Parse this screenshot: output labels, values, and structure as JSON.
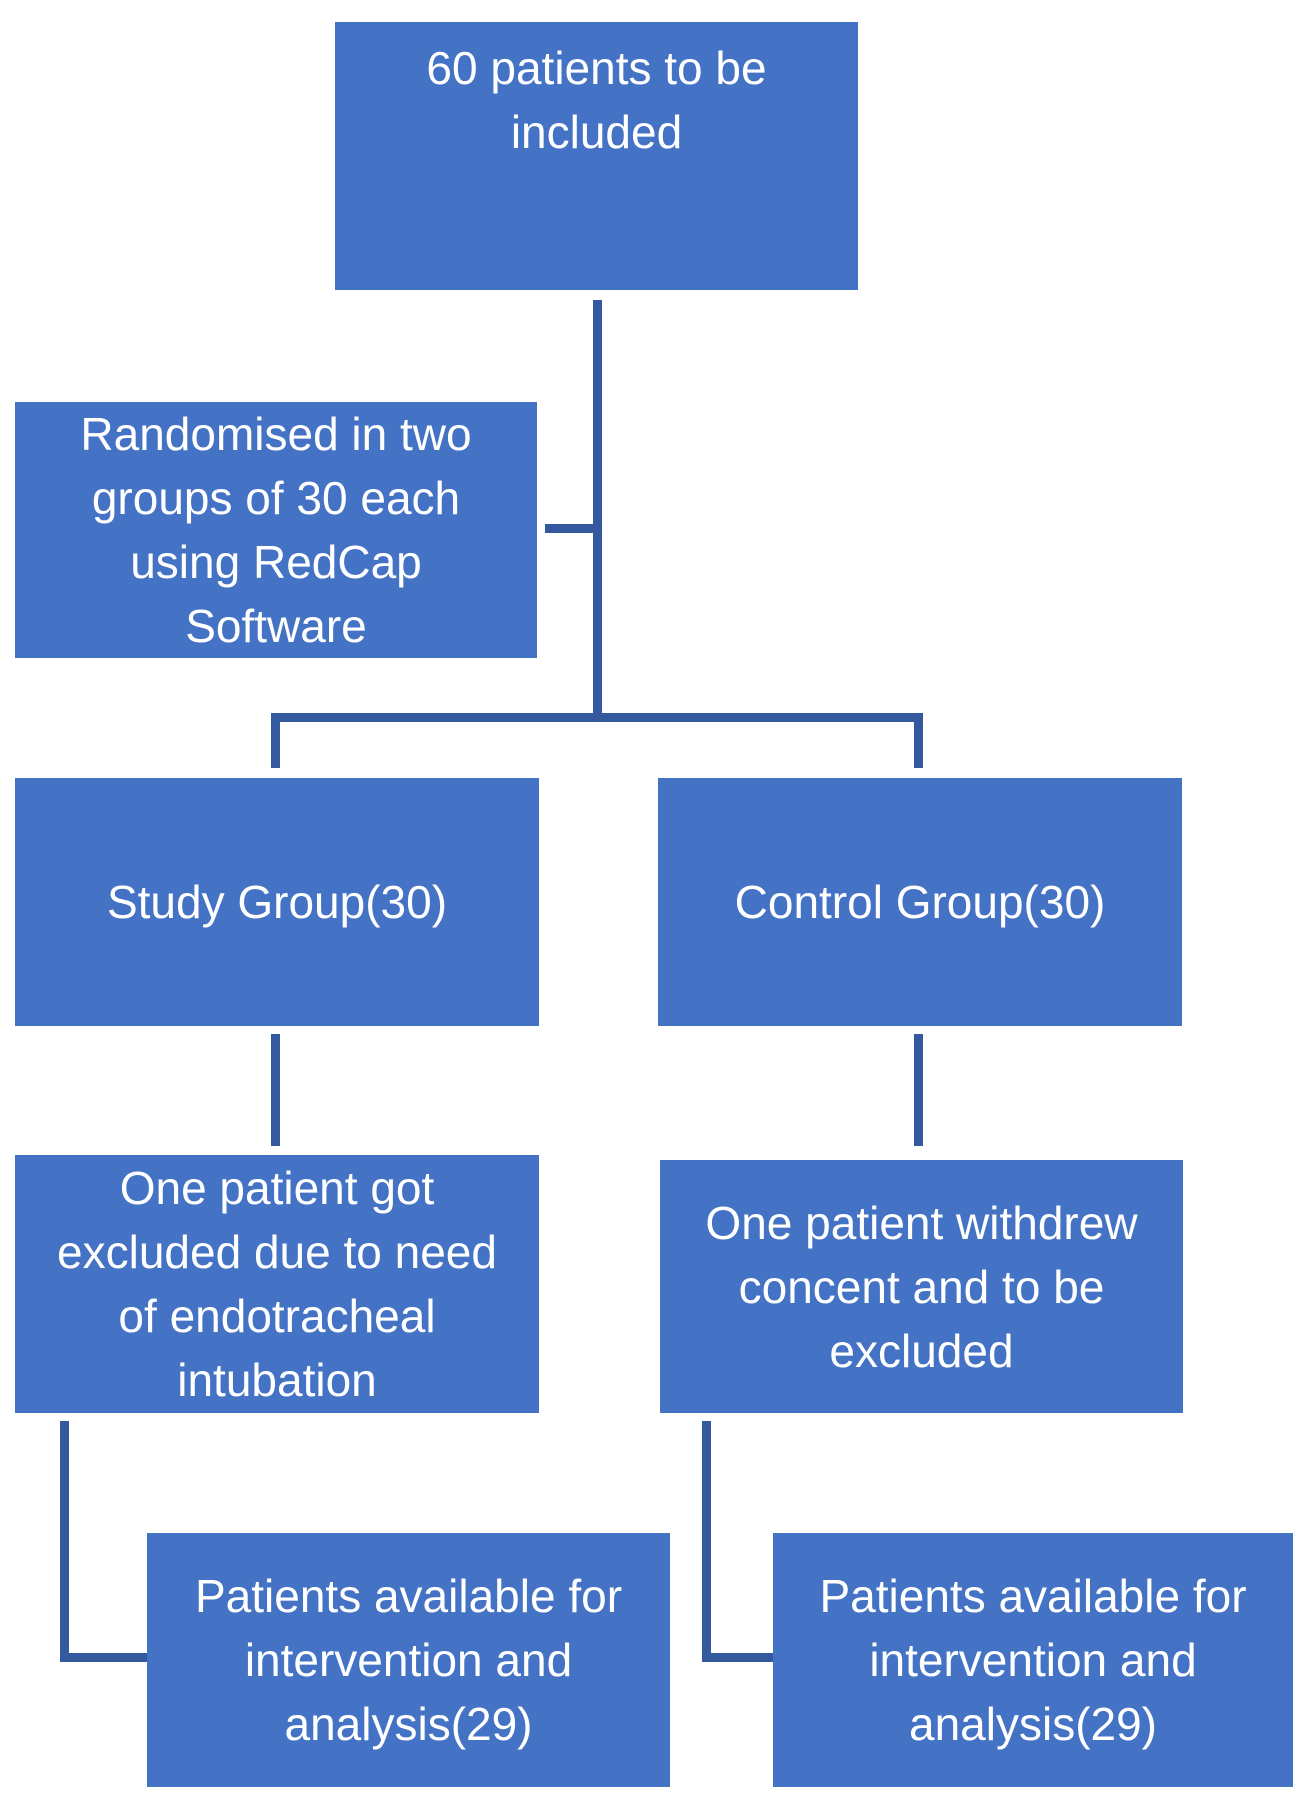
{
  "colors": {
    "box-fill": "#4472c4",
    "connector": "#35599e",
    "text": "#ffffff",
    "background": "#ffffff"
  },
  "diagram": {
    "type": "flowchart",
    "nodes": {
      "top": {
        "label": "60 patients to be\nincluded"
      },
      "randomised": {
        "label": "Randomised in two\ngroups of 30 each\nusing RedCap\nSoftware"
      },
      "study": {
        "label": "Study Group(30)"
      },
      "control": {
        "label": "Control Group(30)"
      },
      "study_exclusion": {
        "label": "One patient got\nexcluded due to need\nof endotracheal\nintubation"
      },
      "control_exclusion": {
        "label": "One patient withdrew\nconcent and to be\nexcluded"
      },
      "study_final": {
        "label": "Patients available for\nintervention and\nanalysis(29)"
      },
      "control_final": {
        "label": "Patients available for\nintervention and\nanalysis(29)"
      }
    }
  }
}
